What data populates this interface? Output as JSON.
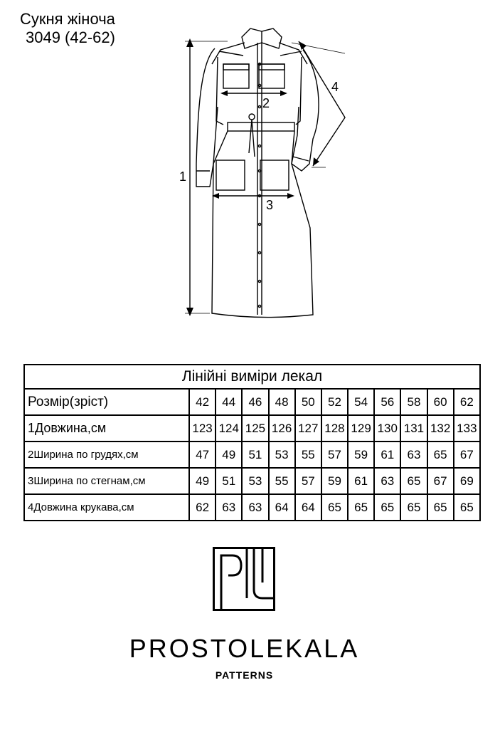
{
  "header": {
    "title_line1": "Сукня жіноча",
    "title_line2": "3049 (42-62)"
  },
  "sketch": {
    "measure_labels": [
      "1",
      "2",
      "3",
      "4"
    ]
  },
  "table": {
    "heading": "Лінійні виміри лекал",
    "size_label": "Розмір(зріст)",
    "sizes": [
      "42",
      "44",
      "46",
      "48",
      "50",
      "52",
      "54",
      "56",
      "58",
      "60",
      "62"
    ],
    "rows": [
      {
        "label": "1Довжина,см",
        "values": [
          "123",
          "124",
          "125",
          "126",
          "127",
          "128",
          "129",
          "130",
          "131",
          "132",
          "133"
        ]
      },
      {
        "label": "2Ширина по грудях,см",
        "values": [
          "47",
          "49",
          "51",
          "53",
          "55",
          "57",
          "59",
          "61",
          "63",
          "65",
          "67"
        ]
      },
      {
        "label": "3Ширина по стегнам,см",
        "values": [
          "49",
          "51",
          "53",
          "55",
          "57",
          "59",
          "61",
          "63",
          "65",
          "67",
          "69"
        ]
      },
      {
        "label": "4Довжина крукава,см",
        "values": [
          "62",
          "63",
          "63",
          "64",
          "64",
          "65",
          "65",
          "65",
          "65",
          "65",
          "65"
        ]
      }
    ]
  },
  "brand": {
    "name": "PROSTOLEKALA",
    "subtitle": "PATTERNS"
  }
}
